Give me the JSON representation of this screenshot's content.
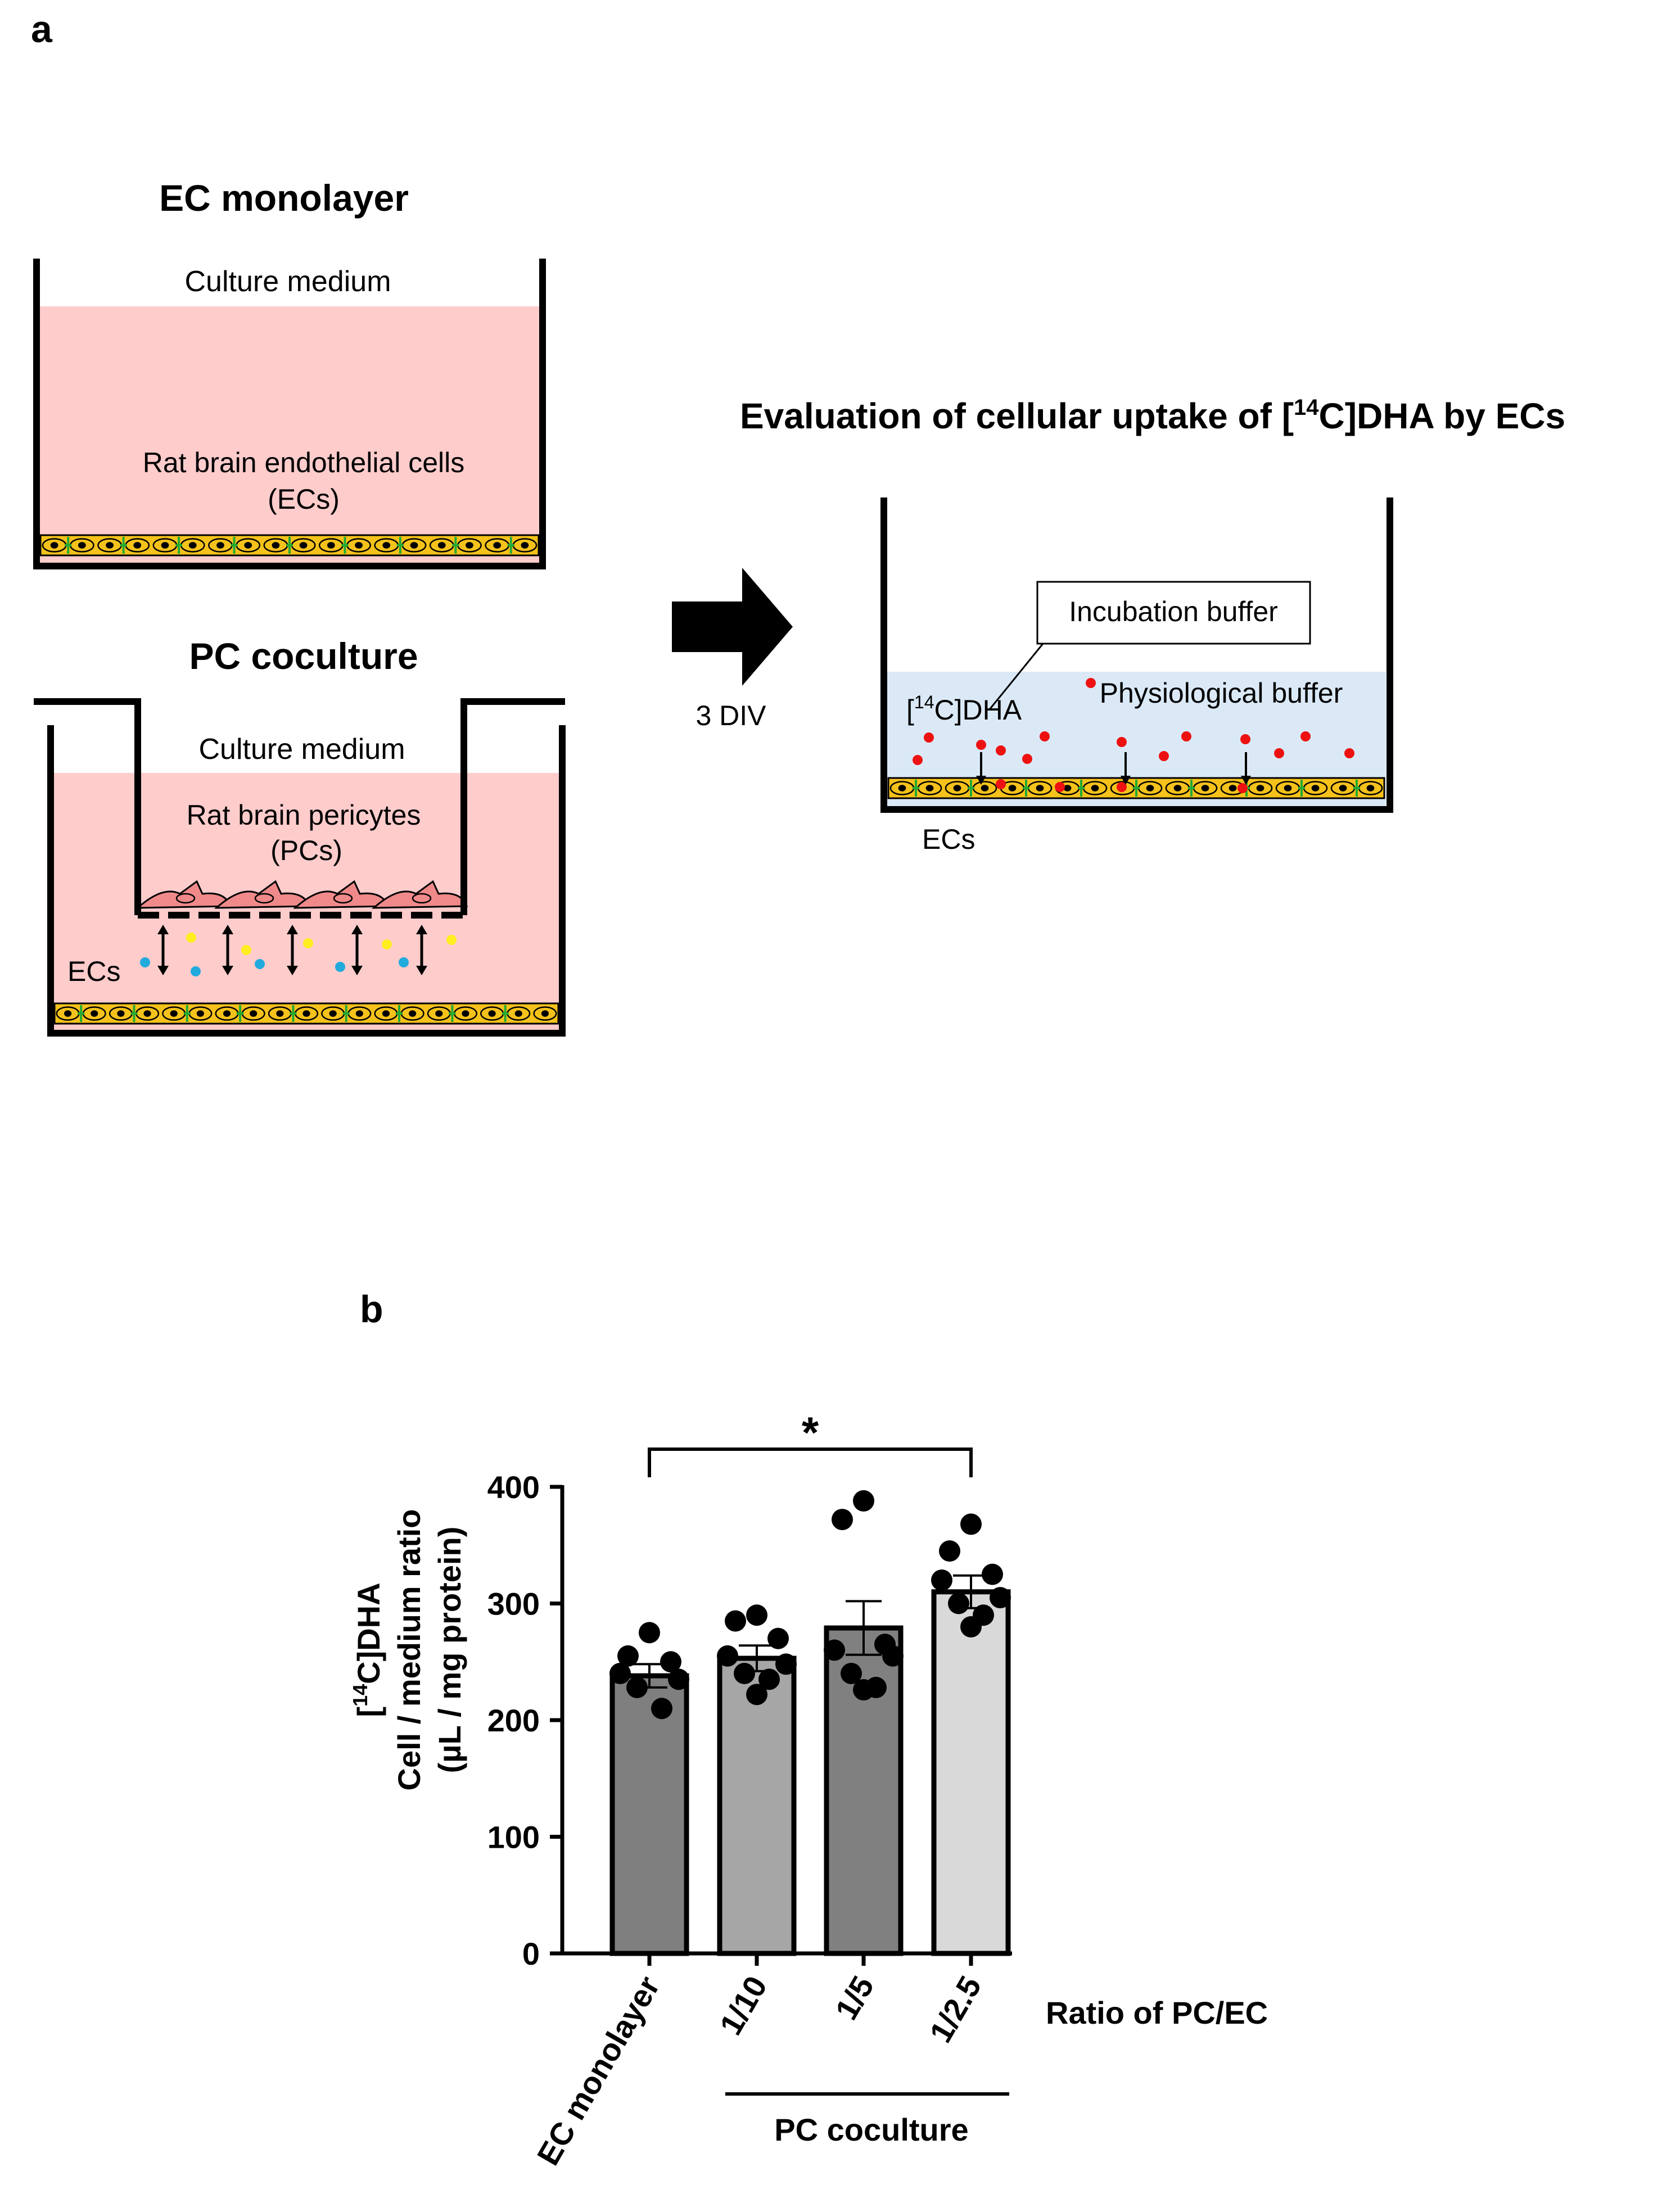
{
  "panel_a": {
    "label": "a",
    "ec_monolayer": {
      "title": "EC monolayer",
      "medium": "Culture medium",
      "cells_line1": "Rat brain endothelial cells",
      "cells_line2": "(ECs)"
    },
    "pc_coculture": {
      "title": "PC coculture",
      "medium": "Culture medium",
      "pericytes_line1": "Rat brain pericytes",
      "pericytes_line2": "(PCs)",
      "ecs": "ECs"
    },
    "arrow_label": "3 DIV",
    "evaluation": {
      "title_pre": "Evaluation of cellular uptake of [",
      "title_sup": "14",
      "title_post": "C]DHA by ECs",
      "incubation_buffer": "Incubation buffer",
      "physiological_buffer": "Physiological buffer",
      "dha_pre": "[",
      "dha_sup": "14",
      "dha_post": "C]DHA",
      "ecs": "ECs"
    },
    "colors": {
      "culture_medium": "#ffcccc",
      "physiological_buffer": "#dbe9f7",
      "endothelial_cells": "#f5c21b",
      "pericytes": "#f08a8a",
      "tight_junctions": "#22aa33",
      "dha_dots": "#ee1111",
      "cyan_dots": "#22aadd",
      "yellow_dots": "#ffee22"
    }
  },
  "panel_b": {
    "label": "b",
    "significance": "*",
    "ylabel_line1_pre": "[",
    "ylabel_line1_sup": "14",
    "ylabel_line1_post": "C]DHA",
    "ylabel_line2": "Cell / medium ratio",
    "ylabel_line3": "(µL / mg protein)",
    "x_title": "Ratio of PC/EC",
    "group_label": "PC coculture",
    "chart_data": {
      "type": "bar",
      "categories": [
        "EC monolayer",
        "1/10",
        "1/5",
        "1/2.5"
      ],
      "values": [
        238,
        253,
        279,
        310
      ],
      "sem": [
        10,
        11,
        23,
        14
      ],
      "points": [
        [
          275,
          255,
          250,
          240,
          235,
          228,
          210
        ],
        [
          290,
          285,
          270,
          255,
          248,
          240,
          235,
          222
        ],
        [
          388,
          372,
          265,
          260,
          255,
          240,
          228,
          226
        ],
        [
          368,
          345,
          325,
          320,
          305,
          300,
          290,
          280
        ]
      ],
      "ylim": [
        0,
        400
      ],
      "yticks": [
        0,
        100,
        200,
        300,
        400
      ],
      "bar_colors": [
        "#7f7f7f",
        "#a6a6a6",
        "#808080",
        "#d9d9d9"
      ]
    }
  }
}
